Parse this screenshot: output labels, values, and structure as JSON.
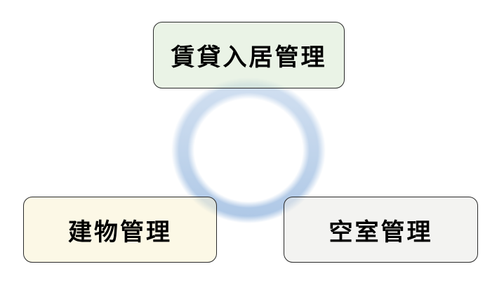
{
  "diagram": {
    "background_color": "#ffffff",
    "border_color": "#2a2a2a",
    "text_color": "#000000",
    "ring": {
      "shape": "donut-circle",
      "color_top": "#d2e0f1",
      "color_bottom": "#adc7e6"
    },
    "nodes": [
      {
        "position": "top",
        "label": "賃貸入居管理",
        "fill_color": "#eaf3e6"
      },
      {
        "position": "bottom-left",
        "label": "建物管理",
        "fill_color": "#fcf8e6"
      },
      {
        "position": "bottom-right",
        "label": "空室管理",
        "fill_color": "#f3f3f1"
      }
    ]
  }
}
